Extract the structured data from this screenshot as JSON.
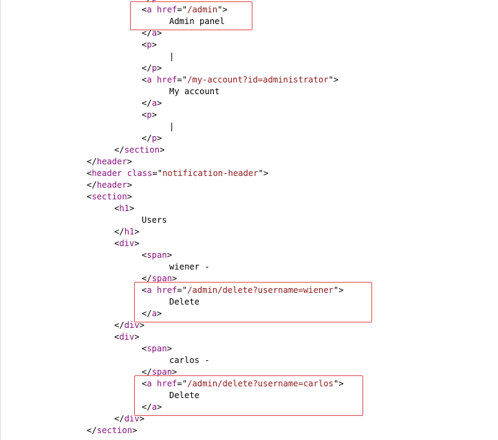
{
  "lines": [
    {
      "indent": 5,
      "kind": "close",
      "tag": "p"
    },
    {
      "indent": 5,
      "kind": "open-attr",
      "tag": "a",
      "attr": "href",
      "value": "/admin"
    },
    {
      "indent": 6,
      "kind": "text",
      "text": "Admin panel"
    },
    {
      "indent": 5,
      "kind": "close",
      "tag": "a"
    },
    {
      "indent": 5,
      "kind": "open",
      "tag": "p"
    },
    {
      "indent": 6,
      "kind": "text",
      "text": "|"
    },
    {
      "indent": 5,
      "kind": "close",
      "tag": "p"
    },
    {
      "indent": 5,
      "kind": "open-attr",
      "tag": "a",
      "attr": "href",
      "value": "/my-account?id=administrator"
    },
    {
      "indent": 6,
      "kind": "text",
      "text": "My account"
    },
    {
      "indent": 5,
      "kind": "close",
      "tag": "a"
    },
    {
      "indent": 5,
      "kind": "open",
      "tag": "p"
    },
    {
      "indent": 6,
      "kind": "text",
      "text": "|"
    },
    {
      "indent": 5,
      "kind": "close",
      "tag": "p"
    },
    {
      "indent": 4,
      "kind": "close",
      "tag": "section"
    },
    {
      "indent": 3,
      "kind": "close",
      "tag": "header"
    },
    {
      "indent": 3,
      "kind": "open-attr",
      "tag": "header",
      "attr": "class",
      "value": "notification-header"
    },
    {
      "indent": 3,
      "kind": "close",
      "tag": "header"
    },
    {
      "indent": 3,
      "kind": "open",
      "tag": "section"
    },
    {
      "indent": 4,
      "kind": "open",
      "tag": "h1"
    },
    {
      "indent": 5,
      "kind": "text",
      "text": "Users"
    },
    {
      "indent": 4,
      "kind": "close",
      "tag": "h1"
    },
    {
      "indent": 4,
      "kind": "open",
      "tag": "div"
    },
    {
      "indent": 5,
      "kind": "open",
      "tag": "span"
    },
    {
      "indent": 6,
      "kind": "text",
      "text": "wiener -"
    },
    {
      "indent": 5,
      "kind": "close",
      "tag": "span"
    },
    {
      "indent": 5,
      "kind": "open-attr",
      "tag": "a",
      "attr": "href",
      "value": "/admin/delete?username=wiener"
    },
    {
      "indent": 6,
      "kind": "text",
      "text": "Delete"
    },
    {
      "indent": 5,
      "kind": "close",
      "tag": "a"
    },
    {
      "indent": 4,
      "kind": "close",
      "tag": "div"
    },
    {
      "indent": 4,
      "kind": "open",
      "tag": "div"
    },
    {
      "indent": 5,
      "kind": "open",
      "tag": "span"
    },
    {
      "indent": 6,
      "kind": "text",
      "text": "carlos -"
    },
    {
      "indent": 5,
      "kind": "close",
      "tag": "span"
    },
    {
      "indent": 5,
      "kind": "open-attr",
      "tag": "a",
      "attr": "href",
      "value": "/admin/delete?username=carlos"
    },
    {
      "indent": 6,
      "kind": "text",
      "text": "Delete"
    },
    {
      "indent": 5,
      "kind": "close",
      "tag": "a"
    },
    {
      "indent": 4,
      "kind": "close",
      "tag": "div"
    },
    {
      "indent": 3,
      "kind": "close",
      "tag": "section"
    }
  ],
  "highlights": [
    {
      "name": "admin-panel-link-highlight",
      "from_line": 1,
      "to_line": 2,
      "color": "#e0474c"
    },
    {
      "name": "delete-wiener-link-highlight",
      "from_line": 25,
      "to_line": 27,
      "color": "#e0474c"
    },
    {
      "name": "delete-carlos-link-highlight",
      "from_line": 33,
      "to_line": 35,
      "color": "#e0474c"
    }
  ],
  "colors": {
    "tag": "#881280",
    "attr": "#994500",
    "string": "#8b1a1a",
    "text": "#000000",
    "highlight": "#e0474c"
  }
}
